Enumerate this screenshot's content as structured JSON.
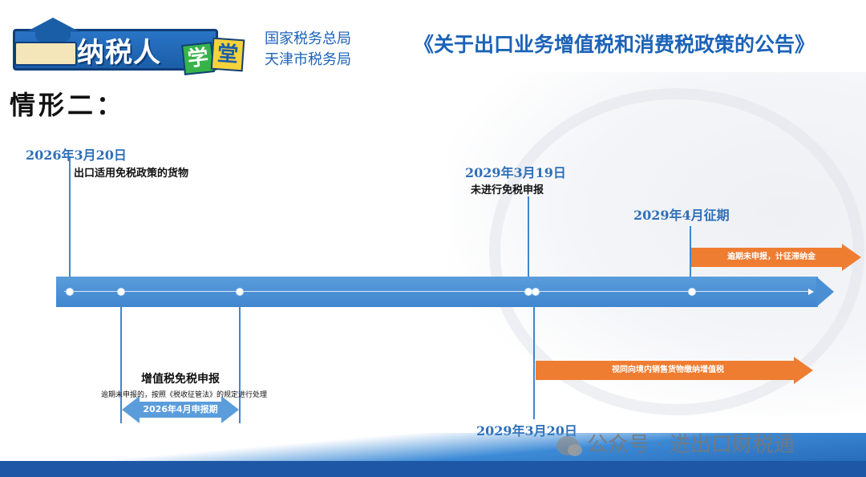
{
  "header": {
    "logo_main": "纳税人",
    "logo_xue": "学",
    "logo_tang": "堂",
    "org_line1": "国家税务总局",
    "org_line2": "天津市税务局",
    "doc_title": "《关于出口业务增值税和消费税政策的公告》"
  },
  "case_title": "情形二：",
  "timeline": {
    "event1": {
      "date": "2026年3月20日",
      "text": "出口适用免税政策的货物"
    },
    "event2": {
      "date": "2029年3月19日",
      "text": "未进行免税申报"
    },
    "event3": {
      "date": "2029年4月征期",
      "arrow_text": "逾期未申报，计征滞纳金"
    },
    "event4": {
      "date": "2029年3月20日",
      "arrow_text": "视同向境内销售货物缴纳增值税"
    },
    "declaration": {
      "title": "增值税免税申报",
      "note": "逾期未申报的，按照《税收征管法》的规定进行处理",
      "period": "2026年4月申报期"
    }
  },
  "watermark": "公众号 · 进出口财税通",
  "colors": {
    "axis_blue": "#4a8fd4",
    "date_blue": "#2f6fb8",
    "orange": "#ef7d31",
    "title_blue": "#1b63b8"
  }
}
